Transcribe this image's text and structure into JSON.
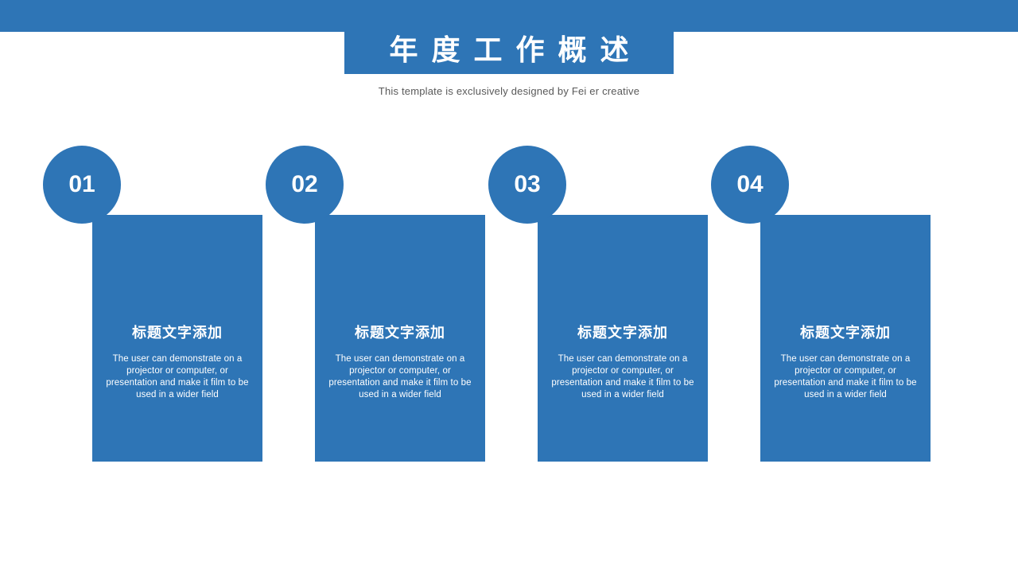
{
  "theme": {
    "accent_blue": "#2E75B6",
    "subtitle_gray": "#595959",
    "text_white": "#FFFFFF",
    "background": "#FFFFFF"
  },
  "header": {
    "title": "年度工作概述",
    "subtitle": "This template is exclusively designed by Fei er creative"
  },
  "items": [
    {
      "number": "01",
      "title": "标题文字添加",
      "body": "The user can demonstrate on a projector or computer, or presentation and make it film to be used in a wider field"
    },
    {
      "number": "02",
      "title": "标题文字添加",
      "body": "The user can demonstrate on a projector or computer, or presentation and make it film to be used in a wider field"
    },
    {
      "number": "03",
      "title": "标题文字添加",
      "body": "The user can demonstrate on a projector or computer, or presentation and make it film to be used in a wider field"
    },
    {
      "number": "04",
      "title": "标题文字添加",
      "body": "The user can demonstrate on a projector or computer, or presentation and make it film to be used in a wider field"
    }
  ]
}
